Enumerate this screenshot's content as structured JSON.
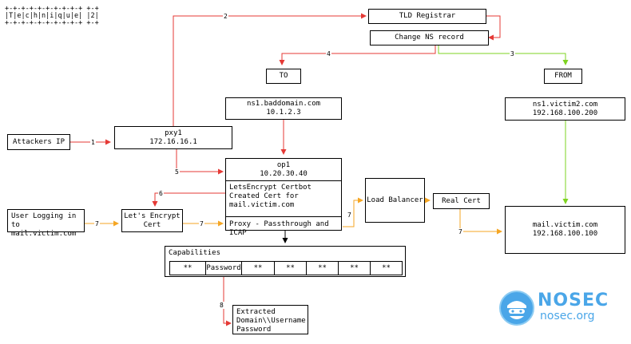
{
  "colors": {
    "red": "#e53935",
    "green": "#7ed321",
    "orange": "#f5a623",
    "logo_blue": "#4aa6e8"
  },
  "banner": "+-+-+-+-+-+-+-+-+-+ +-+\n|T|e|c|h|n|i|q|u|e| |2|\n+-+-+-+-+-+-+-+-+-+ +-+",
  "nodes": {
    "tld_registrar": "TLD Registrar",
    "change_ns": "Change NS record",
    "to": "TO",
    "from": "FROM",
    "ns_bad": "ns1.baddomain.com\n10.1.2.3",
    "ns_victim": "ns1.victim2.com\n192.168.100.200",
    "attackers_ip": "Attackers IP",
    "pxy1": "pxy1\n172.16.16.1",
    "op1": "op1\n10.20.30.40",
    "certbot": "LetsEncrypt Certbot\nCreated Cert for\nmail.victim.com",
    "proxy": "Proxy - Passthrough and ICAP",
    "load_balancer": "Load Balancer",
    "real_cert": "Real Cert",
    "mail_victim": "mail.victim.com\n192.168.100.100",
    "user_login": "User Logging in to\nmail.victim.com",
    "lets_encrypt_cert": "Let's Encrypt\nCert",
    "capabilities": "Capabilities",
    "extracted": "Extracted\nDomain\\\\Username\nPassword"
  },
  "capability_cells": [
    "**",
    "Password",
    "**",
    "**",
    "**",
    "**",
    "**"
  ],
  "edge_labels": {
    "e1": "1",
    "e2": "2",
    "e3": "3",
    "e4": "4",
    "e5": "5",
    "e6": "6",
    "e7a": "7",
    "e7b": "7",
    "e7c": "7",
    "e7d": "7",
    "e8": "8"
  },
  "logo": {
    "name": "NOSEC",
    "site": "nosec.org"
  }
}
